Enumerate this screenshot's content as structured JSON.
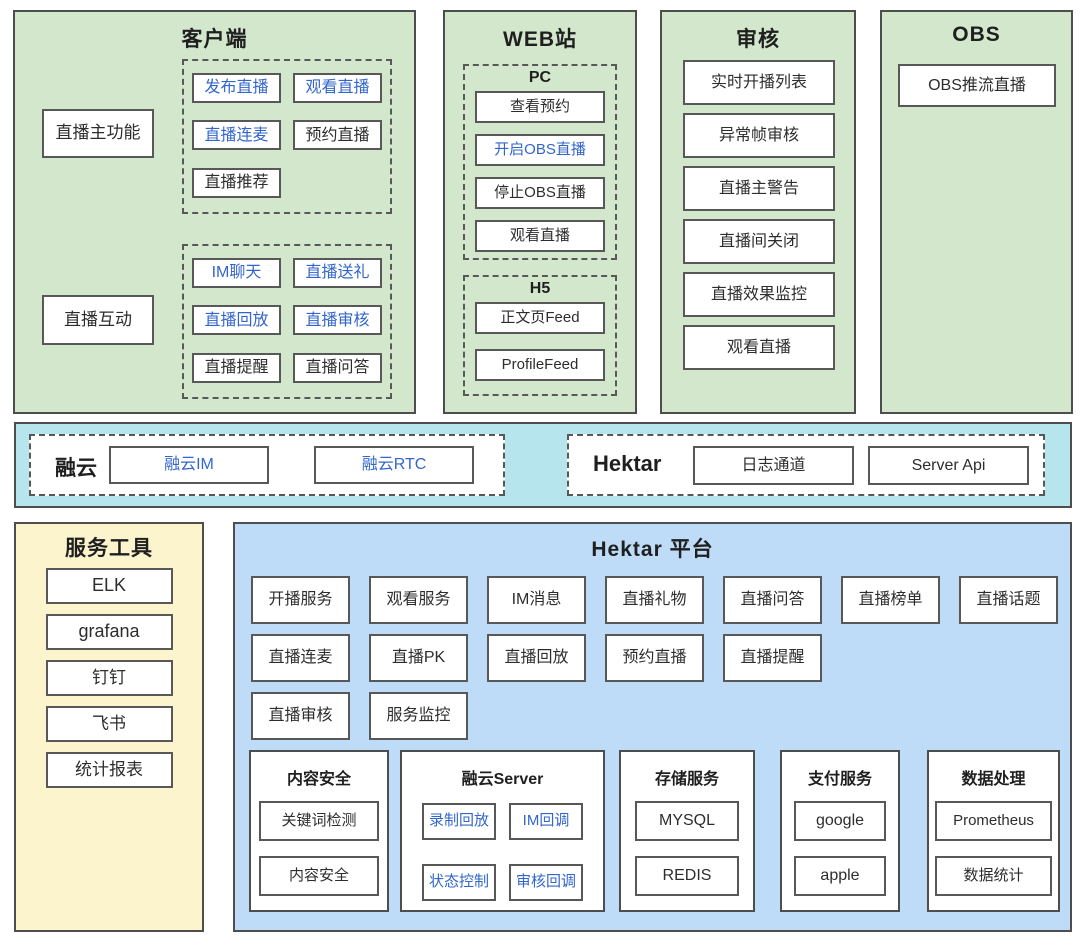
{
  "colors": {
    "green_panel": "#d3e7cd",
    "cyan_strip": "#b6e5ee",
    "yellow_panel": "#fbf4cd",
    "blue_panel": "#bedcf8",
    "node_border": "#585858",
    "panel_border": "#4e4e4e",
    "accent_blue_text": "#3366cc",
    "dark_text": "#2d2d2d"
  },
  "client": {
    "title": "客户端",
    "side": [
      {
        "label": "直播主功能"
      },
      {
        "label": "直播互动"
      }
    ],
    "group_top": {
      "items": [
        {
          "label": "发布直播",
          "accent": true
        },
        {
          "label": "观看直播",
          "accent": true
        },
        {
          "label": "直播连麦",
          "accent": true
        },
        {
          "label": "预约直播",
          "accent": false
        },
        {
          "label": "直播推荐",
          "accent": false
        }
      ]
    },
    "group_bottom": {
      "items": [
        {
          "label": "IM聊天",
          "accent": true
        },
        {
          "label": "直播送礼",
          "accent": true
        },
        {
          "label": "直播回放",
          "accent": true
        },
        {
          "label": "直播审核",
          "accent": true
        },
        {
          "label": "直播提醒",
          "accent": false
        },
        {
          "label": "直播问答",
          "accent": false
        }
      ]
    }
  },
  "web": {
    "title": "WEB站",
    "pc": {
      "label": "PC",
      "items": [
        {
          "label": "查看预约",
          "accent": false
        },
        {
          "label": "开启OBS直播",
          "accent": true
        },
        {
          "label": "停止OBS直播",
          "accent": false
        },
        {
          "label": "观看直播",
          "accent": false
        }
      ]
    },
    "h5": {
      "label": "H5",
      "items": [
        {
          "label": "正文页Feed",
          "accent": false
        },
        {
          "label": "ProfileFeed",
          "accent": false
        }
      ]
    }
  },
  "audit": {
    "title": "审核",
    "items": [
      {
        "label": "实时开播列表"
      },
      {
        "label": "异常帧审核"
      },
      {
        "label": "直播主警告"
      },
      {
        "label": "直播间关闭"
      },
      {
        "label": "直播效果监控"
      },
      {
        "label": "观看直播"
      }
    ]
  },
  "obs": {
    "title": "OBS",
    "items": [
      {
        "label": "OBS推流直播"
      }
    ]
  },
  "strip": {
    "rongcloud": {
      "label": "融云",
      "items": [
        {
          "label": "融云IM",
          "accent": true
        },
        {
          "label": "融云RTC",
          "accent": true
        }
      ]
    },
    "hektar": {
      "label": "Hektar",
      "items": [
        {
          "label": "日志通道",
          "accent": false
        },
        {
          "label": "Server Api",
          "accent": false
        }
      ]
    }
  },
  "tools": {
    "title": "服务工具",
    "items": [
      {
        "label": "ELK"
      },
      {
        "label": "grafana"
      },
      {
        "label": "钉钉"
      },
      {
        "label": "飞书"
      },
      {
        "label": "统计报表"
      }
    ]
  },
  "platform": {
    "title": "Hektar 平台",
    "row1": [
      {
        "label": "开播服务"
      },
      {
        "label": "观看服务"
      },
      {
        "label": "IM消息"
      },
      {
        "label": "直播礼物"
      },
      {
        "label": "直播问答"
      },
      {
        "label": "直播榜单"
      },
      {
        "label": "直播话题"
      }
    ],
    "row2": [
      {
        "label": "直播连麦"
      },
      {
        "label": "直播PK"
      },
      {
        "label": "直播回放"
      },
      {
        "label": "预约直播"
      },
      {
        "label": "直播提醒"
      }
    ],
    "row3": [
      {
        "label": "直播审核"
      },
      {
        "label": "服务监控"
      }
    ],
    "groups": [
      {
        "title": "内容安全",
        "items": [
          {
            "label": "关键词检测",
            "accent": false
          },
          {
            "label": "内容安全",
            "accent": false
          }
        ]
      },
      {
        "title": "融云Server",
        "items": [
          {
            "label": "录制回放",
            "accent": true
          },
          {
            "label": "IM回调",
            "accent": true
          },
          {
            "label": "状态控制",
            "accent": true
          },
          {
            "label": "审核回调",
            "accent": true
          }
        ]
      },
      {
        "title": "存储服务",
        "items": [
          {
            "label": "MYSQL",
            "accent": false
          },
          {
            "label": "REDIS",
            "accent": false
          }
        ]
      },
      {
        "title": "支付服务",
        "items": [
          {
            "label": "google",
            "accent": false
          },
          {
            "label": "apple",
            "accent": false
          }
        ]
      },
      {
        "title": "数据处理",
        "items": [
          {
            "label": "Prometheus",
            "accent": false
          },
          {
            "label": "数据统计",
            "accent": false
          }
        ]
      }
    ]
  }
}
